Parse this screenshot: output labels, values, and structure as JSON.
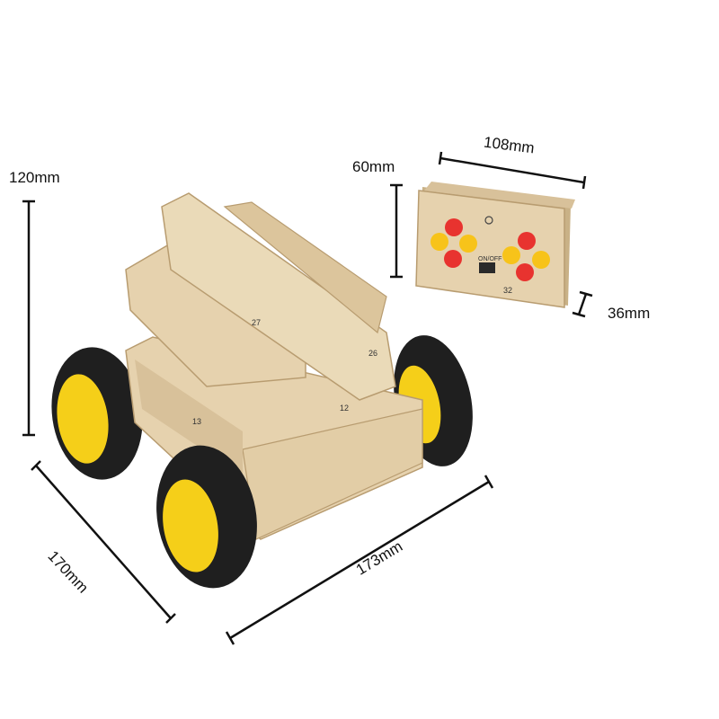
{
  "product": {
    "name": "wooden remote control car kit",
    "colors": {
      "wood": "#e6d2ae",
      "wood_dark": "#c9b186",
      "tire": "#1f1f1f",
      "hub": "#f5cf19",
      "button_red": "#e8332f",
      "button_yellow": "#f7c31a",
      "line": "#111111"
    }
  },
  "dimensions": {
    "car_height": "120mm",
    "car_depth": "170mm",
    "car_width": "173mm",
    "remote_width": "108mm",
    "remote_height": "60mm",
    "remote_depth": "36mm"
  },
  "remote": {
    "switch_label": "ON/OFF",
    "number": "32"
  },
  "car_part_numbers": [
    "27",
    "26",
    "12",
    "13"
  ]
}
